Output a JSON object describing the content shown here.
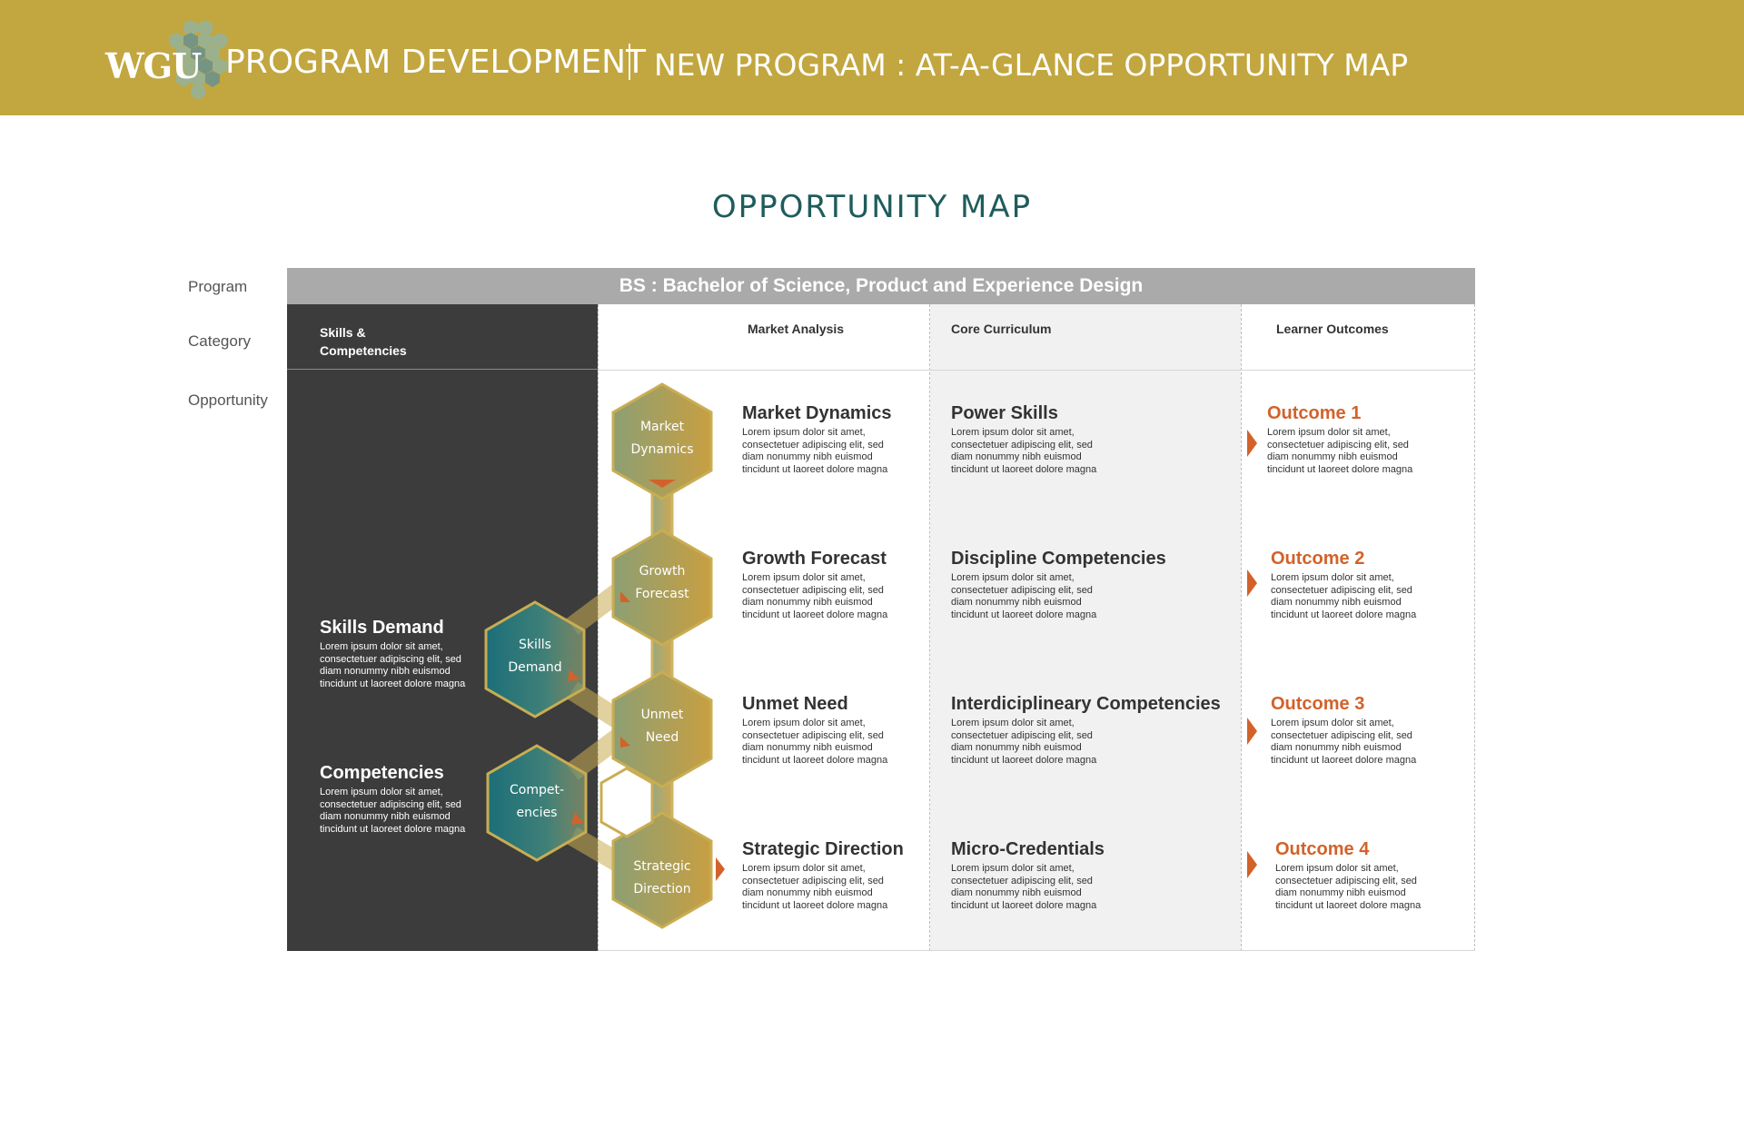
{
  "header": {
    "logo_text": "WGU",
    "title": "PROGRAM DEVELOPMENT",
    "subtitle": "NEW PROGRAM : AT-A-GLANCE OPPORTUNITY MAP",
    "bg_color": "#c2a63f"
  },
  "page_title": "OPPORTUNITY MAP",
  "row_labels": {
    "program": "Program",
    "category": "Category",
    "opportunity": "Opportunity"
  },
  "program_name": "BS : Bachelor of Science, Product and Experience Design",
  "categories": {
    "skills": "Skills & Competencies",
    "market": "Market Analysis",
    "core": "Core Curriculum",
    "outcomes": "Learner Outcomes"
  },
  "skills": [
    {
      "title": "Skills Demand",
      "body": "Lorem ipsum dolor sit amet, consectetuer adipiscing elit, sed diam nonummy nibh euismod tincidunt ut laoreet dolore magna"
    },
    {
      "title": "Competencies",
      "body": "Lorem ipsum dolor sit amet, consectetuer adipiscing elit, sed diam nonummy nibh euismod tincidunt ut laoreet dolore magna"
    }
  ],
  "market": [
    {
      "title": "Market Dynamics",
      "body": "Lorem ipsum dolor sit amet, consectetuer adipiscing elit, sed diam nonummy nibh euismod tincidunt ut laoreet dolore magna"
    },
    {
      "title": "Growth Forecast",
      "body": "Lorem ipsum dolor sit amet, consectetuer adipiscing elit, sed diam nonummy nibh euismod tincidunt ut laoreet dolore magna"
    },
    {
      "title": "Unmet Need",
      "body": "Lorem ipsum dolor sit amet, consectetuer adipiscing elit, sed diam nonummy nibh euismod tincidunt ut laoreet dolore magna"
    },
    {
      "title": "Strategic Direction",
      "body": "Lorem ipsum dolor sit amet, consectetuer adipiscing elit, sed diam nonummy nibh euismod tincidunt ut laoreet dolore magna"
    }
  ],
  "core": [
    {
      "title": "Power Skills",
      "body": "Lorem ipsum dolor sit amet, consectetuer adipiscing elit, sed diam nonummy nibh euismod tincidunt ut laoreet dolore magna"
    },
    {
      "title": "Discipline Competencies",
      "body": "Lorem ipsum dolor sit amet, consectetuer adipiscing elit, sed diam nonummy nibh euismod tincidunt ut laoreet dolore magna"
    },
    {
      "title": "Interdiciplineary Competencies",
      "body": "Lorem ipsum dolor sit amet, consectetuer adipiscing elit, sed diam nonummy nibh euismod tincidunt ut laoreet dolore magna"
    },
    {
      "title": "Micro-Credentials",
      "body": "Lorem ipsum dolor sit amet, consectetuer adipiscing elit, sed diam nonummy nibh euismod tincidunt ut laoreet dolore magna"
    }
  ],
  "outcomes": [
    {
      "title": "Outcome 1",
      "body": "Lorem ipsum dolor sit amet, consectetuer adipiscing elit, sed diam nonummy nibh euismod tincidunt ut laoreet dolore magna"
    },
    {
      "title": "Outcome 2",
      "body": "Lorem ipsum dolor sit amet, consectetuer adipiscing elit, sed diam nonummy nibh euismod tincidunt ut laoreet dolore magna"
    },
    {
      "title": "Outcome 3",
      "body": "Lorem ipsum dolor sit amet, consectetuer adipiscing elit, sed diam nonummy nibh euismod tincidunt ut laoreet dolore magna"
    },
    {
      "title": "Outcome 4",
      "body": "Lorem ipsum dolor sit amet, consectetuer adipiscing elit, sed diam nonummy nibh euismod tincidunt ut laoreet dolore magna"
    }
  ],
  "hexagons": {
    "market_dynamics": [
      "Market",
      "Dynamics"
    ],
    "growth_forecast": [
      "Growth",
      "Forecast"
    ],
    "unmet_need": [
      "Unmet",
      "Need"
    ],
    "strategic_direction": [
      "Strategic",
      "Direction"
    ],
    "skills_demand": [
      "Skills",
      "Demand"
    ],
    "competencies": [
      "Compet-",
      "encies"
    ]
  },
  "colors": {
    "accent_orange": "#d2622a",
    "teal": "#1f6f7a",
    "olive": "#8a9a6a",
    "gold": "#c9a040",
    "title_green": "#1f5c5c"
  }
}
